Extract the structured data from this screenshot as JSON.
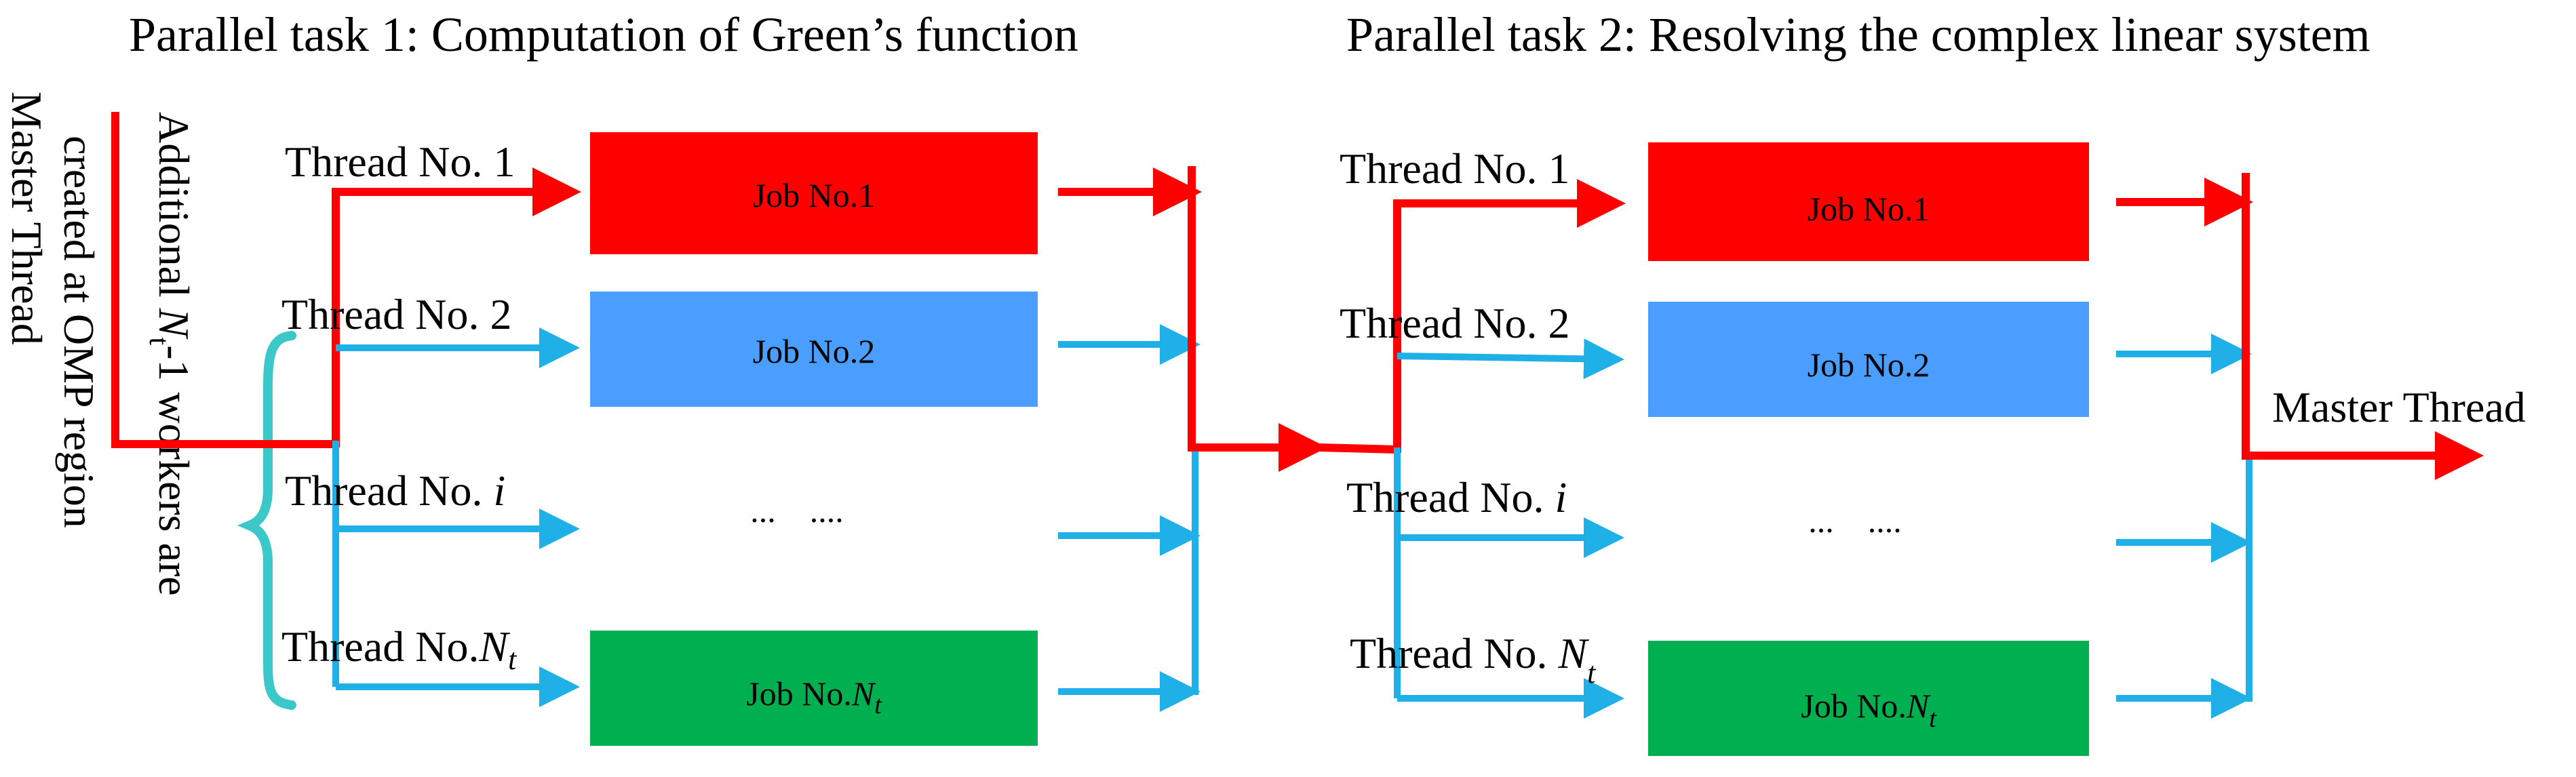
{
  "task1": {
    "title": "Parallel task 1: Computation of Green’s function",
    "threads": [
      {
        "prefix": "Thread No. ",
        "var": "1",
        "var_italic": false
      },
      {
        "prefix": "Thread No. ",
        "var": "2",
        "var_italic": false
      },
      {
        "prefix": "Thread No. ",
        "var": "i",
        "var_italic": true
      },
      {
        "prefix": "Thread No.",
        "var": "N",
        "sub": "t",
        "var_italic": true
      }
    ],
    "jobs": [
      {
        "prefix": "Job No.",
        "var": "1",
        "color": "#ff0000"
      },
      {
        "prefix": "Job No.",
        "var": "2",
        "color": "#4a9eff"
      },
      {
        "prefix": "",
        "var": "...    ....",
        "color": "none"
      },
      {
        "prefix": "Job No.",
        "var": "N",
        "sub": "t",
        "color": "#00b050"
      }
    ]
  },
  "task2": {
    "title": "Parallel task 2: Resolving the complex linear system",
    "threads": [
      {
        "prefix": "Thread No. ",
        "var": "1",
        "var_italic": false
      },
      {
        "prefix": "Thread No. ",
        "var": "2",
        "var_italic": false
      },
      {
        "prefix": "Thread No. ",
        "var": "i",
        "var_italic": true
      },
      {
        "prefix": "Thread No. ",
        "var": "N",
        "sub": "t",
        "var_italic": true
      }
    ],
    "jobs": [
      {
        "prefix": "Job No.",
        "var": "1",
        "color": "#ff0000"
      },
      {
        "prefix": "Job No.",
        "var": "2",
        "color": "#4a9eff"
      },
      {
        "prefix": "",
        "var": "...    ....",
        "color": "none"
      },
      {
        "prefix": "Job No.",
        "var": "N",
        "sub": "t",
        "color": "#00b050"
      }
    ]
  },
  "master_thread_label": "Master Thread",
  "side_labels": {
    "master": "Master Thread",
    "workers_line1_prefix": "Additional ",
    "workers_line1_var": "N",
    "workers_line1_sub": "t",
    "workers_line1_suffix": "-1 workers are",
    "workers_line2": "created at OMP region"
  },
  "colors": {
    "master_arrow": "#ff0000",
    "worker_arrow": "#1fb0e8",
    "brace": "#3cc8c8",
    "job1": "#ff0000",
    "job2": "#4a9eff",
    "jobN": "#00b050"
  }
}
